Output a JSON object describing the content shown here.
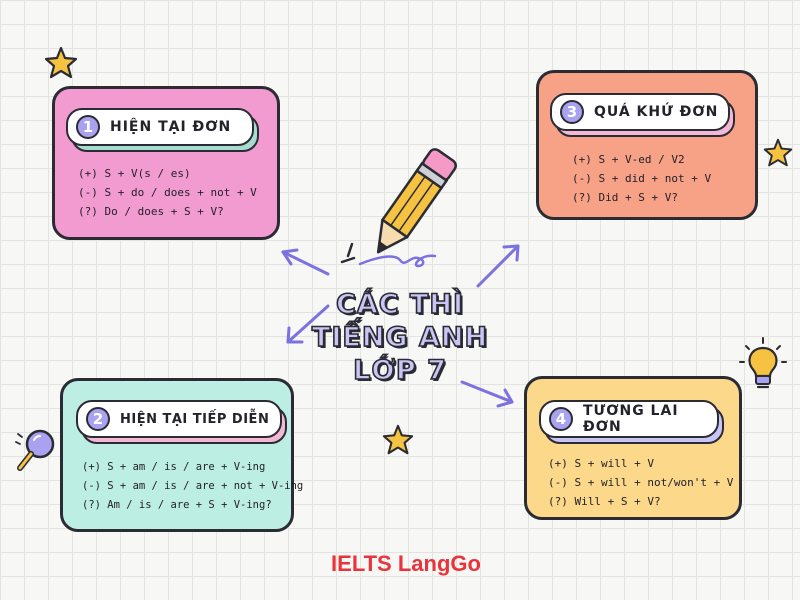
{
  "center": {
    "line1": "CÁC THÌ",
    "line2": "TIẾNG ANH",
    "line3": "LỚP 7"
  },
  "brand": "IELTS LangGo",
  "cards": [
    {
      "number": "1",
      "title": "HIỆN TẠI ĐƠN",
      "formulas": [
        "(+) S + V(s / es)",
        "(-) S +  do / does + not + V",
        "(?) Do / does + S + V?"
      ],
      "card_color": "#f29bd0",
      "accent_color": "#a8a2f0"
    },
    {
      "number": "3",
      "title": "QUÁ KHỨ ĐƠN",
      "formulas": [
        "(+) S + V-ed / V2",
        "(-) S +  did  + not + V",
        "(?) Did + S + V?"
      ],
      "card_color": "#f7a187",
      "accent_color": "#a8a2f0"
    },
    {
      "number": "2",
      "title": "HIỆN TẠI TIẾP DIỄN",
      "formulas": [
        "(+) S + am / is / are + V-ing",
        "(-) S + am / is / are + not + V-ing",
        "(?) Am / is / are + S + V-ing?"
      ],
      "card_color": "#bdeee3",
      "accent_color": "#a8a2f0"
    },
    {
      "number": "4",
      "title": "TƯƠNG LAI ĐƠN",
      "formulas": [
        "(+) S + will + V",
        "(-) S + will + not/won't + V",
        "(?) Will + S + V?"
      ],
      "card_color": "#fbd88a",
      "accent_color": "#a8a2f0"
    }
  ],
  "colors": {
    "outline": "#2b2b33",
    "arrow": "#7b72e0",
    "star": "#f5c242",
    "brand": "#e8343a"
  },
  "icons": [
    "pencil-icon",
    "star-icon",
    "lightbulb-icon",
    "magnifier-icon",
    "arrow-icon"
  ]
}
